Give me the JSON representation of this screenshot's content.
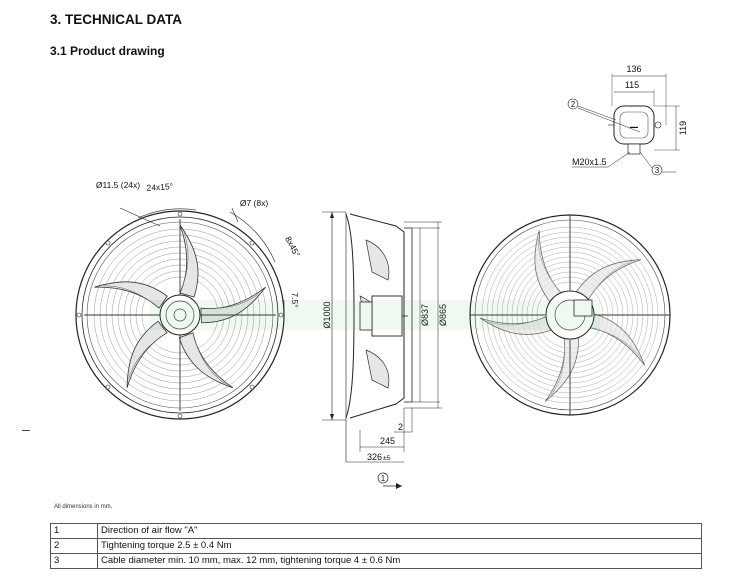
{
  "section_title": "3. TECHNICAL DATA",
  "subsection_title": "3.1 Product drawing",
  "dims_note": "All dimensions in mm.",
  "terminal_box": {
    "dim_width_outer": "136",
    "dim_width_inner": "115",
    "dim_height": "119",
    "gland": "M20x1.5",
    "callout_2": "2",
    "callout_3": "3"
  },
  "front_view": {
    "hole_large": "Ø11.5 (24x)",
    "angle_24": "24x15°",
    "hole_small": "Ø7 (8x)",
    "angle_8": "8x45°",
    "angle_small": "7.5°"
  },
  "side_view": {
    "dia_1000": "Ø1000",
    "dia_837": "Ø837",
    "dia_865": "Ø865",
    "dim_2": "2",
    "dim_245": "245",
    "dim_326": "326",
    "dim_326_tol": "±5",
    "callout_1": "1"
  },
  "legend": [
    {
      "num": "1",
      "text": "Direction of air flow \"A\""
    },
    {
      "num": "2",
      "text": "Tightening torque 2.5 ± 0.4 Nm"
    },
    {
      "num": "3",
      "text": "Cable diameter min. 10 mm, max. 12 mm, tightening torque 4 ± 0.6 Nm"
    }
  ],
  "colors": {
    "line": "#222222",
    "watermark": "#3cb54a",
    "blade_fill": "#e6e6e6"
  }
}
